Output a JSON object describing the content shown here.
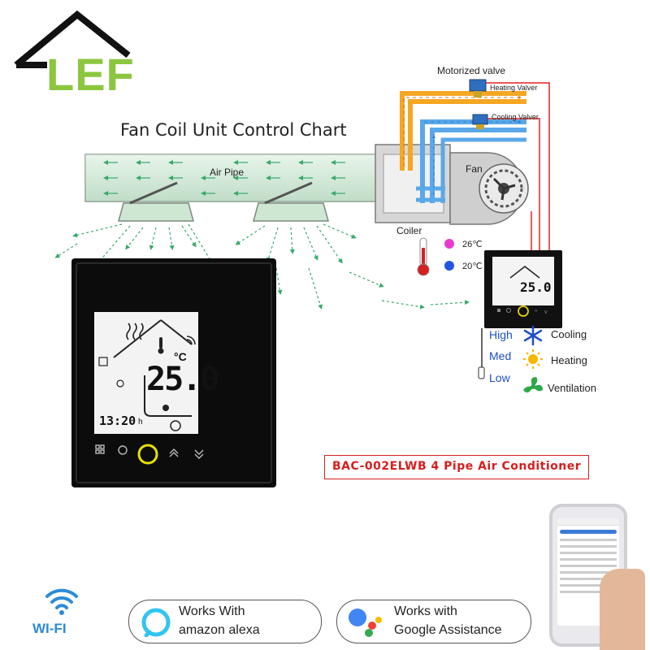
{
  "logo": {
    "text": "LEF"
  },
  "diagram": {
    "title": "Fan Coil Unit Control Chart",
    "air_pipe_label": "Air Pipe",
    "motorized_valve_label": "Motorized valve",
    "heating_valve_label": "Heating Valver",
    "cooling_valve_label": "Cooling Valver",
    "fan_label": "Fan",
    "coiler_label": "Coiler",
    "temp_hot": "26℃",
    "temp_cold": "20℃",
    "speeds": [
      "High",
      "Med",
      "Low"
    ],
    "modes": [
      "Cooling",
      "Heating",
      "Ventilation"
    ]
  },
  "thermostat": {
    "temperature": "25.0",
    "unit": "°C",
    "clock": "13:20",
    "clock_suffix": "h",
    "small_temperature": "25.0"
  },
  "product": {
    "model": "BAC-002ELWB 4 Pipe Air Conditioner"
  },
  "badges": {
    "wifi": "WI-FI",
    "alexa_line1": "Works With",
    "alexa_line2": "amazon alexa",
    "google_line1": "Works with",
    "google_line2": "Google Assistance"
  },
  "colors": {
    "brand_green": "#8cc63f",
    "heating_pipe": "#f5a623",
    "cooling_pipe": "#5aa8e8",
    "air_green": "#3aa86b",
    "model_red": "#d81e1e",
    "control_wire": "#e02020"
  }
}
